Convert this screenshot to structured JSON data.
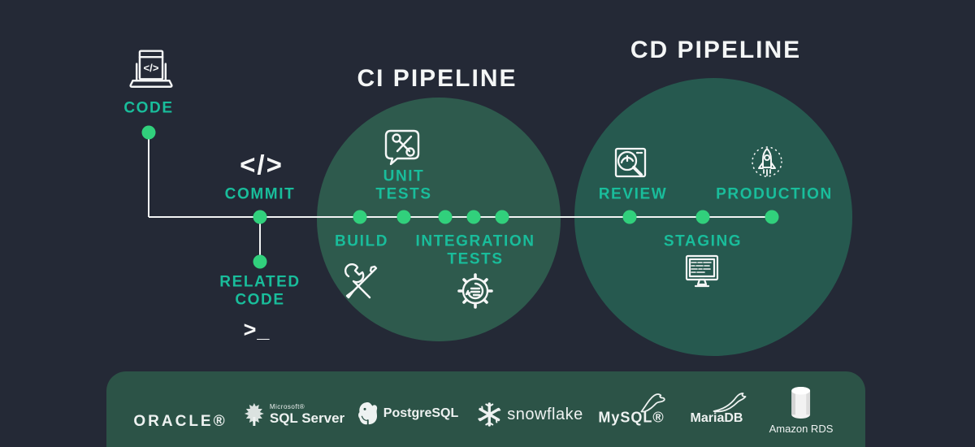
{
  "titles": {
    "ci": "CI PIPELINE",
    "cd": "CD PIPELINE"
  },
  "stages": {
    "code": {
      "label": "CODE"
    },
    "commit": {
      "label": "COMMIT",
      "icon_glyph": "</>"
    },
    "related_code": {
      "line1": "RELATED",
      "line2": "CODE",
      "icon_glyph": ">_"
    },
    "build": {
      "label": "BUILD"
    },
    "unit_tests": {
      "line1": "UNIT",
      "line2": "TESTS"
    },
    "integration_tests": {
      "line1": "INTEGRATION",
      "line2": "TESTS"
    },
    "review": {
      "label": "REVIEW"
    },
    "staging": {
      "label": "STAGING"
    },
    "production": {
      "label": "PRODUCTION"
    }
  },
  "logos": {
    "oracle": {
      "label": "ORACLE®"
    },
    "sql_server": {
      "brand": "Microsoft®",
      "label": "SQL Server"
    },
    "postgresql": {
      "label": "PostgreSQL"
    },
    "snowflake": {
      "label": "snowflake"
    },
    "mysql": {
      "label": "MySQL®"
    },
    "mariadb": {
      "label": "MariaDB"
    },
    "amazon_rds": {
      "label": "Amazon RDS"
    }
  },
  "icons": {
    "code": "laptop-code-icon",
    "commit": "code-brackets-icon",
    "related_code": "terminal-prompt-icon",
    "build": "crossed-tools-icon",
    "unit_tests": "tools-speech-bubble-icon",
    "integration_tests": "gear-chat-icon",
    "review": "magnifier-gauge-icon",
    "staging": "monitor-code-icon",
    "production": "rocket-icon",
    "amazon_rds": "database-cylinder-icon"
  },
  "colors": {
    "background": "#242936",
    "ci_circle": "#2e5a4d",
    "cd_circle": "#26594f",
    "logo_bar": "#2c5347",
    "label_teal": "#19bd9b",
    "dot_green": "#31d07c",
    "line_white": "#f2f4f4",
    "title_white": "#f4f6f6"
  }
}
